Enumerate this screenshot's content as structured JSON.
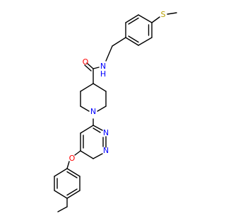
{
  "diagram": {
    "atom_labels": {
      "S": "S",
      "amide_O": "O",
      "amide_NH": "N\nH",
      "piperidine_N": "N",
      "pyrimidine_N1": "N",
      "pyrimidine_N3": "N",
      "ether_O": "O"
    },
    "colors": {
      "bond": "#000000",
      "oxygen": "#ff0000",
      "nitrogen": "#0000ff",
      "sulfur": "#b8a000",
      "background": "#ffffff"
    }
  }
}
